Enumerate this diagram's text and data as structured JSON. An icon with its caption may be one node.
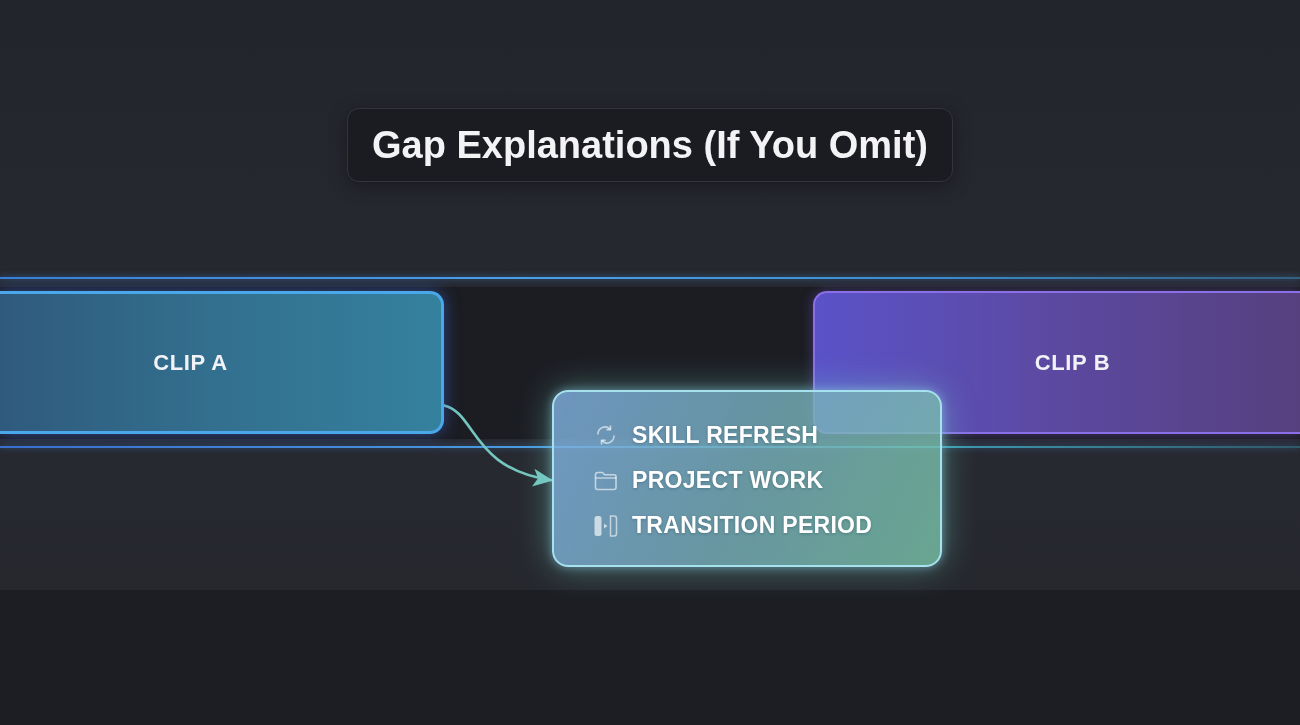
{
  "diagram": {
    "title": "Gap Explanations (If You Omit)",
    "nodes": [
      {
        "text": [
          "CLIP A"
        ]
      },
      {
        "text": [
          "CLIP B"
        ]
      },
      {
        "text": [
          "SKILL REFRESH",
          "PROJECT WORK",
          "TRANSITION PERIOD"
        ]
      }
    ],
    "edges": [
      {
        "from": 0,
        "to": 2,
        "arrow": "to"
      }
    ]
  }
}
